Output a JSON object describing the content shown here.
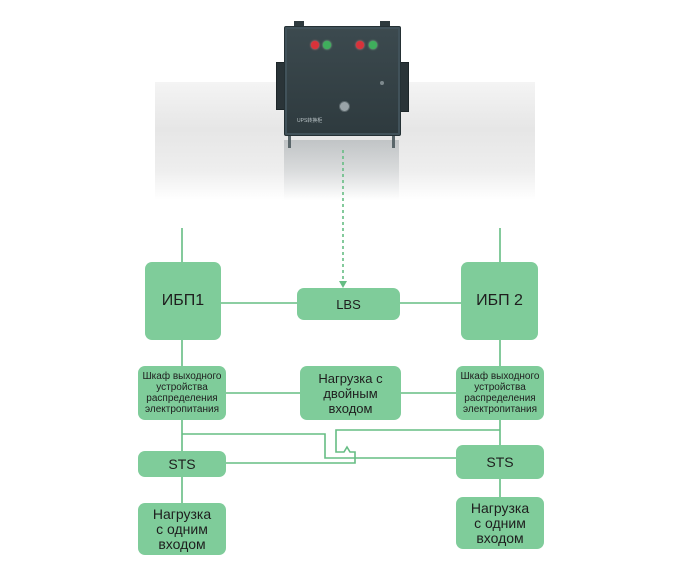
{
  "cabinet": {
    "label": "UPS转换柜",
    "indicator_colors": [
      "#d8323a",
      "#3fae5c",
      "#d8323a",
      "#3fae5c"
    ]
  },
  "nodes": {
    "ups1": "ИБП1",
    "ups2": "ИБП 2",
    "lbs": "LBS",
    "cabinet_left": "Шкаф выходного устройства распределения электропитания",
    "cabinet_right": "Шкаф выходного устройства распределения электропитания",
    "dual_load": "Нагрузка с двойным входом",
    "sts_left": "STS",
    "sts_right": "STS",
    "single_load_left": "Нагрузка с одним входом",
    "single_load_right": "Нагрузка с одним входом"
  },
  "colors": {
    "box_fill": "#7fcc9a",
    "line": "#66bd84",
    "text": "#1e1e1e"
  }
}
